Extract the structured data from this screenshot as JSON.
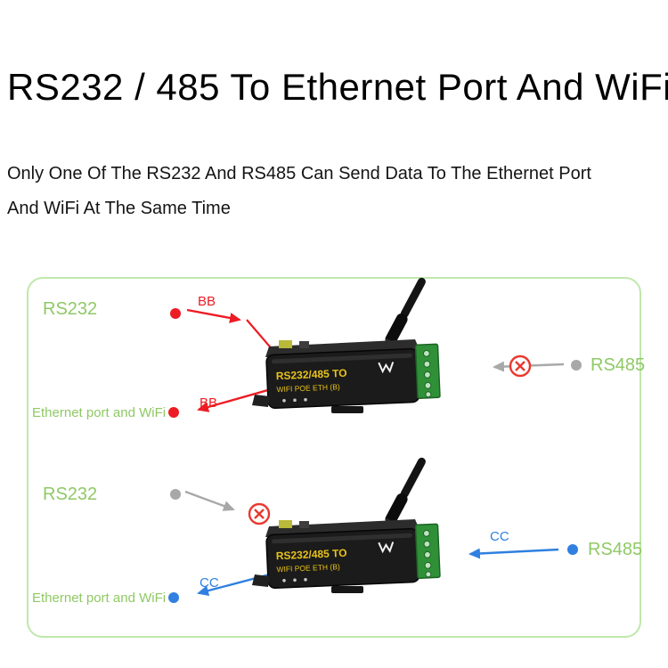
{
  "title": "RS232 / 485 To Ethernet Port And WiFi",
  "subtitle": "Only One Of The RS232 And RS485 Can Send Data To The Ethernet Port And WiFi At The Same Time",
  "device": {
    "label_line1": "RS232/485 TO",
    "label_line2": "WIFI POE ETH (B)",
    "brand_icon": "waveshare-logo"
  },
  "scenario1": {
    "rs232_label": "RS232",
    "rs485_label": "RS485",
    "output_label": "Ethernet port and WiFi",
    "input_tag": "BB",
    "output_tag": "BB"
  },
  "scenario2": {
    "rs232_label": "RS232",
    "rs485_label": "RS485",
    "output_label": "Ethernet port and WiFi",
    "input_tag": "CC",
    "output_tag": "CC"
  },
  "colors": {
    "active_red": "#ed1c24",
    "active_blue": "#2f80e0",
    "inactive_gray": "#a8a8a8",
    "label_green": "#8fc965",
    "panel_border": "#bfe8ab",
    "device_text_yellow": "#e9c31b",
    "terminal_green": "#2f9038"
  }
}
